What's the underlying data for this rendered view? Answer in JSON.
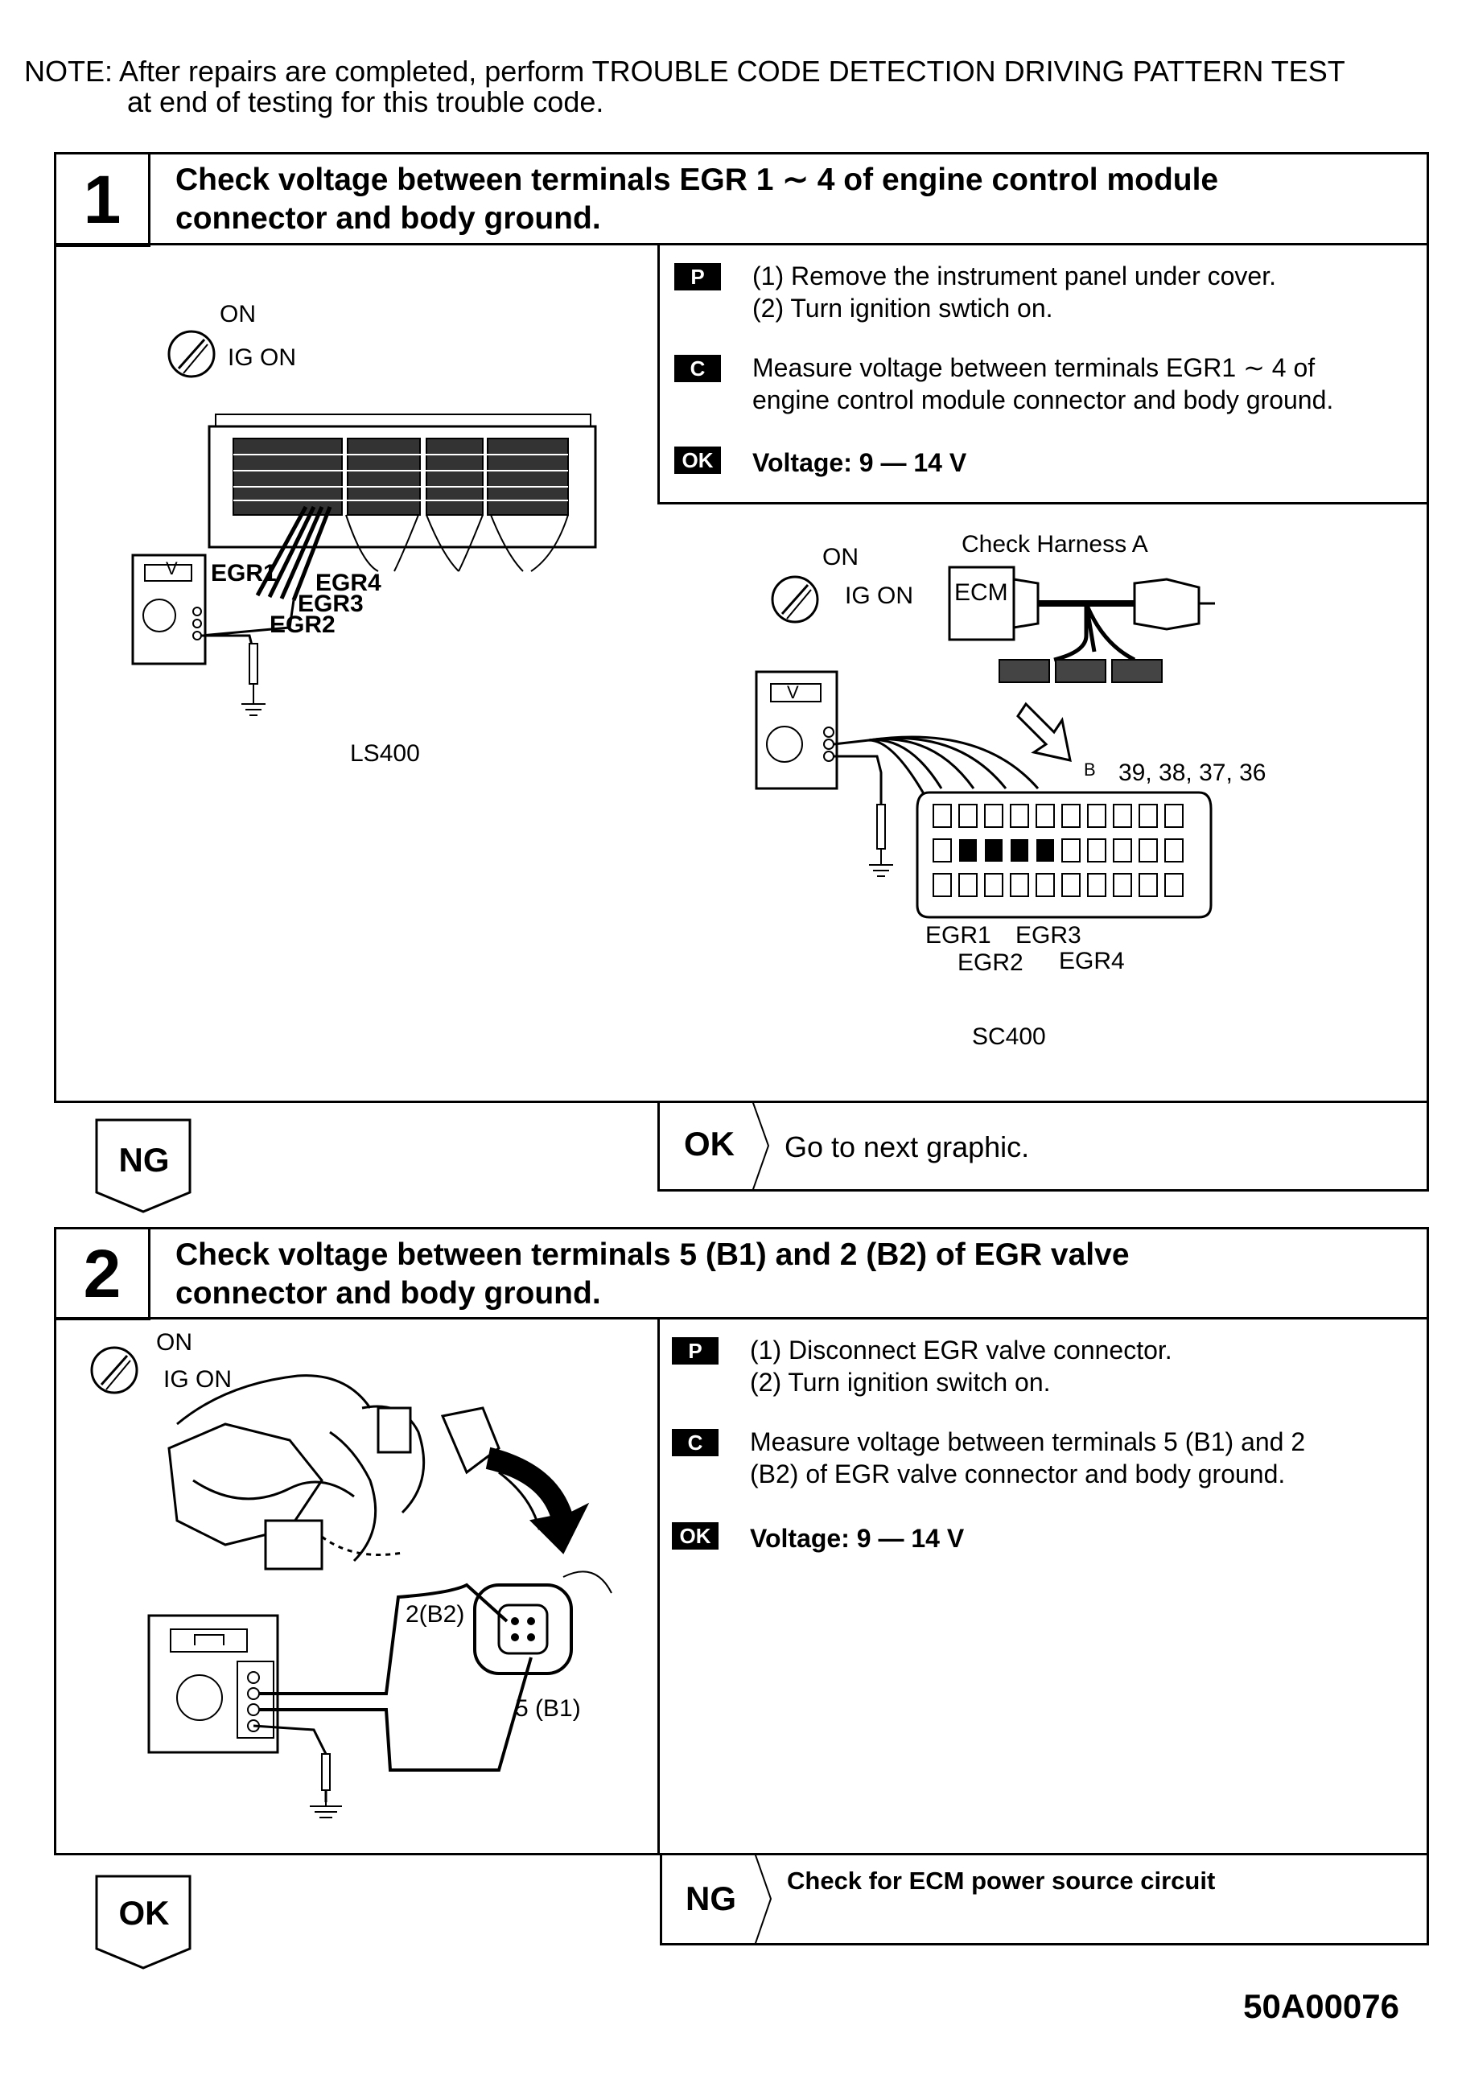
{
  "note": {
    "line1": "NOTE: After repairs are completed, perform TROUBLE CODE DETECTION DRIVING PATTERN TEST",
    "line2": "at end of testing for this trouble code."
  },
  "step1": {
    "number": "1",
    "heading_line1": "Check voltage between terminals EGR 1 ∼ 4 of engine control module",
    "heading_line2": "connector and body ground.",
    "p_tag": "P",
    "p_line1": "(1) Remove the instrument panel under cover.",
    "p_line2": "(2) Turn ignition swtich on.",
    "c_tag": "C",
    "c_line1": "Measure voltage between terminals EGR1 ∼ 4 of",
    "c_line2": "engine control module connector and body ground.",
    "ok_tag": "OK",
    "ok_text": "Voltage:  9 — 14 V",
    "diagram_ls400": {
      "on": "ON",
      "ig_on": "IG ON",
      "egr1": "EGR1",
      "egr2": "EGR2",
      "egr3": "EGR3",
      "egr4": "EGR4",
      "meter": "V",
      "model": "LS400"
    },
    "diagram_sc400": {
      "on": "ON",
      "ig_on": "IG ON",
      "harness": "Check Harness A",
      "ecm": "ECM",
      "meter": "V",
      "connector_ref": "39, 38, 37, 36",
      "connector_letter": "B",
      "egr1": "EGR1",
      "egr2": "EGR2",
      "egr3": "EGR3",
      "egr4": "EGR4",
      "model": "SC400"
    },
    "ng_label": "NG",
    "ok_result": "OK",
    "ok_action": "Go to next graphic."
  },
  "step2": {
    "number": "2",
    "heading_line1": "Check voltage between terminals 5 (B1) and 2 (B2) of EGR valve",
    "heading_line2": "connector and body ground.",
    "p_tag": "P",
    "p_line1": "(1) Disconnect EGR valve connector.",
    "p_line2": "(2) Turn ignition switch on.",
    "c_tag": "C",
    "c_line1": "Measure voltage between terminals 5 (B1) and 2",
    "c_line2": "(B2) of EGR valve connector and body ground.",
    "ok_tag": "OK",
    "ok_text": "Voltage:  9 — 14 V",
    "diagram": {
      "on": "ON",
      "ig_on": "IG ON",
      "b2": "2(B2)",
      "b1": "5 (B1)"
    },
    "ok_label": "OK",
    "ng_result": "NG",
    "ng_action": "Check for ECM power source circuit"
  },
  "doc_id": "50A00076"
}
